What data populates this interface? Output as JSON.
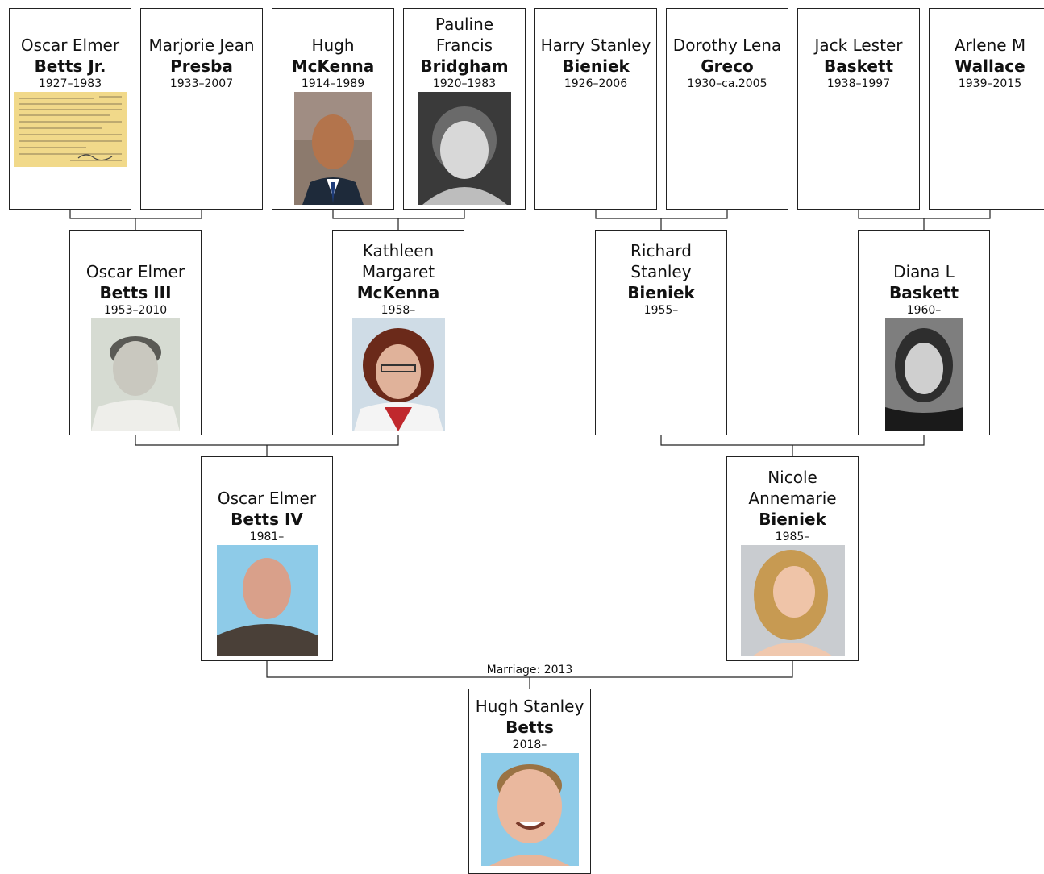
{
  "people": {
    "oscar_jr": {
      "given": "Oscar Elmer",
      "surname": "Betts Jr.",
      "dates": "1927–1983"
    },
    "marjorie": {
      "given": "Marjorie Jean",
      "surname": "Presba",
      "dates": "1933–2007"
    },
    "hugh_mckenna": {
      "given": "Hugh",
      "surname": "McKenna",
      "dates": "1914–1989"
    },
    "pauline": {
      "given": "Pauline Francis",
      "surname": "Bridgham",
      "dates": "1920–1983"
    },
    "harry": {
      "given": "Harry Stanley",
      "surname": "Bieniek",
      "dates": "1926–2006"
    },
    "dorothy": {
      "given": "Dorothy Lena",
      "surname": "Greco",
      "dates": "1930–ca.2005"
    },
    "jack": {
      "given": "Jack Lester",
      "surname": "Baskett",
      "dates": "1938–1997"
    },
    "arlene": {
      "given": "Arlene M",
      "surname": "Wallace",
      "dates": "1939–2015"
    },
    "oscar_iii": {
      "given": "Oscar Elmer",
      "surname": "Betts III",
      "dates": "1953–2010"
    },
    "kathleen": {
      "given": "Kathleen Margaret",
      "surname": "McKenna",
      "dates": "1958–"
    },
    "richard": {
      "given": "Richard Stanley",
      "surname": "Bieniek",
      "dates": "1955–"
    },
    "diana": {
      "given": "Diana L",
      "surname": "Baskett",
      "dates": "1960–"
    },
    "oscar_iv": {
      "given": "Oscar Elmer",
      "surname": "Betts IV",
      "dates": "1981–"
    },
    "nicole": {
      "given": "Nicole Annemarie",
      "surname": "Bieniek",
      "dates": "1985–"
    },
    "hugh_stanley": {
      "given": "Hugh Stanley",
      "surname": "Betts",
      "dates": "2018–"
    }
  },
  "marriage": "Marriage: 2013",
  "colors": {
    "line": "#222222",
    "photo_blue": "#8ecbe8",
    "photo_grey": "#c9ccd0"
  }
}
